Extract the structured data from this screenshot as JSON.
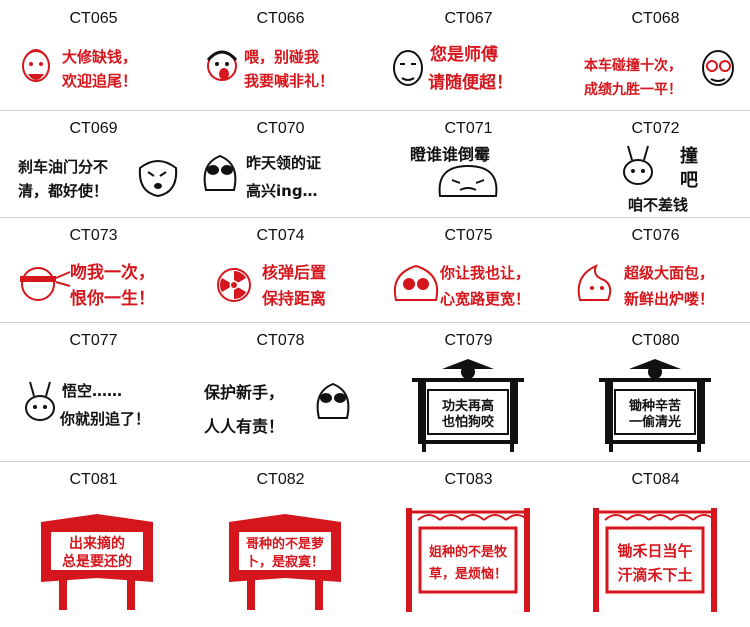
{
  "colors": {
    "red": "#d6161d",
    "black": "#111111",
    "grid_line": "#cfcfcf"
  },
  "stickers": [
    {
      "code": "CT065",
      "lines": [
        "大修缺钱，",
        "欢迎追尾！"
      ],
      "color": "red",
      "icon": "cartoon-face-icon"
    },
    {
      "code": "CT066",
      "lines": [
        "喂，别碰我",
        "我要喊非礼！"
      ],
      "color": "red",
      "icon": "shouting-boy-icon"
    },
    {
      "code": "CT067",
      "lines": [
        "您是师傅",
        "请随便超！"
      ],
      "color": "red",
      "icon": "bald-man-icon"
    },
    {
      "code": "CT068",
      "lines": [
        "本车碰撞十次，",
        "成绩九胜一平！"
      ],
      "color": "red",
      "icon": "glasses-face-icon"
    },
    {
      "code": "CT069",
      "lines": [
        "刹车油门分不",
        "清，都好使！"
      ],
      "color": "black",
      "icon": "crying-face-icon"
    },
    {
      "code": "CT070",
      "lines": [
        "昨天领的证",
        "高兴ing…"
      ],
      "color": "black",
      "icon": "sunglasses-alien-icon"
    },
    {
      "code": "CT071",
      "lines": [
        "瞪谁谁倒霉"
      ],
      "color": "black",
      "icon": "glaring-bun-icon"
    },
    {
      "code": "CT072",
      "lines": [
        "撞",
        "吧",
        "咱不差钱"
      ],
      "color": "black",
      "icon": "rabbit-icon"
    },
    {
      "code": "CT073",
      "lines": [
        "吻我一次，",
        "恨你一生！"
      ],
      "color": "red",
      "icon": "ninja-face-icon"
    },
    {
      "code": "CT074",
      "lines": [
        "核弹后置",
        "保持距离"
      ],
      "color": "red",
      "icon": "radiation-icon"
    },
    {
      "code": "CT075",
      "lines": [
        "你让我也让，",
        "心宽路更宽！"
      ],
      "color": "red",
      "icon": "big-eyes-icon"
    },
    {
      "code": "CT076",
      "lines": [
        "超级大面包，",
        "新鲜出炉喽！"
      ],
      "color": "red",
      "icon": "flame-face-icon"
    },
    {
      "code": "CT077",
      "lines": [
        "悟空……",
        "你就别追了！"
      ],
      "color": "black",
      "icon": "rabbit-icon"
    },
    {
      "code": "CT078",
      "lines": [
        "保护新手，",
        "人人有责！"
      ],
      "color": "black",
      "icon": "sunglasses-alien-icon"
    },
    {
      "code": "CT079",
      "lines": [
        "功夫再高",
        "也怕狗咬"
      ],
      "color": "black",
      "icon": "scarecrow-sign-icon"
    },
    {
      "code": "CT080",
      "lines": [
        "锄种辛苦",
        "一偷清光"
      ],
      "color": "black",
      "icon": "scarecrow-sign-icon"
    },
    {
      "code": "CT081",
      "lines": [
        "出来摘的",
        "总是要还的"
      ],
      "color": "red",
      "icon": "wooden-sign-icon"
    },
    {
      "code": "CT082",
      "lines": [
        "哥种的不是萝",
        "卜，是寂寞！"
      ],
      "color": "red",
      "icon": "wooden-sign-icon"
    },
    {
      "code": "CT083",
      "lines": [
        "姐种的不是牧",
        "草，是烦恼！"
      ],
      "color": "red",
      "icon": "fence-sign-icon"
    },
    {
      "code": "CT084",
      "lines": [
        "锄禾日当午",
        "汗滴禾下土"
      ],
      "color": "red",
      "icon": "fence-sign-icon"
    }
  ]
}
